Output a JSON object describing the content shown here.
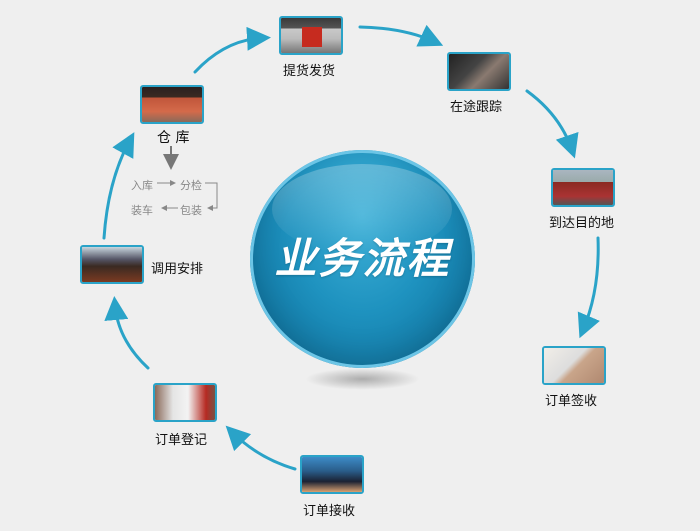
{
  "center": {
    "title": "业务流程"
  },
  "colors": {
    "accent": "#2aa3c8",
    "ball": "#1e92bf",
    "background": "#efefef",
    "sub_text": "#888888"
  },
  "steps": [
    {
      "label": "提货发货",
      "icon": "truck-depot-photo"
    },
    {
      "label": "在途跟踪",
      "icon": "phone-tracking-photo"
    },
    {
      "label": "到达目的地",
      "icon": "truck-photo"
    },
    {
      "label": "订单签收",
      "icon": "signing-photo"
    },
    {
      "label": "订单接收",
      "icon": "meeting-photo"
    },
    {
      "label": "订单登记",
      "icon": "operator-photo"
    },
    {
      "label": "调用安排",
      "icon": "conference-photo"
    },
    {
      "label": "仓 库",
      "icon": "warehouse-photo"
    }
  ],
  "warehouse_flow": {
    "in": "入库",
    "sort": "分检",
    "pack": "包装",
    "load": "装车"
  }
}
